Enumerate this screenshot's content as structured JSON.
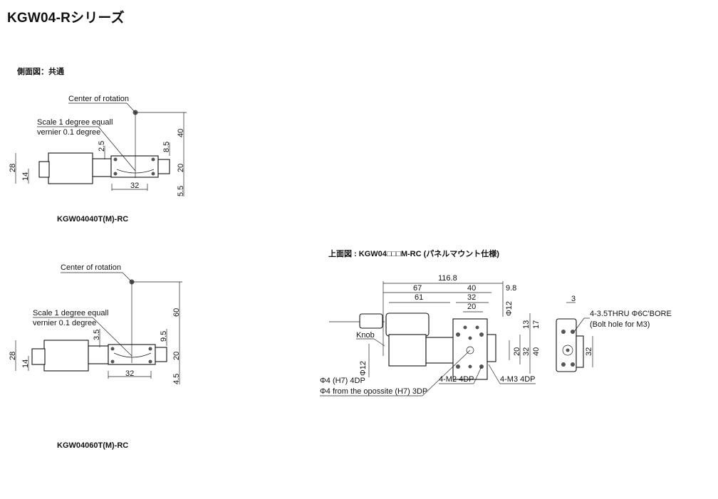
{
  "title": "KGW04-Rシリーズ",
  "side_view_label": "側面図：共通",
  "top_view_label": "上面図 : KGW04□□□M-RC (パネルマウント仕様)",
  "drawing1": {
    "model": "KGW04040T(M)-RC",
    "center": "Center of rotation",
    "scale1": "Scale 1 degree equall",
    "scale2": "vernier 0.1 degree",
    "dims": [
      "28",
      "14",
      "32",
      "2.5",
      "8.5",
      "40",
      "20",
      "5.5"
    ]
  },
  "drawing2": {
    "model": "KGW04060T(M)-RC",
    "center": "Center of rotation",
    "scale1": "Scale 1 degree equall",
    "scale2": "vernier 0.1 degree",
    "dims": [
      "28",
      "14",
      "32",
      "3.5",
      "9.5",
      "60",
      "20",
      "4.5"
    ]
  },
  "top_view": {
    "dims": [
      "116.8",
      "67",
      "40",
      "9.8",
      "61",
      "32",
      "20",
      "Φ12",
      "13",
      "17",
      "20",
      "32",
      "40",
      "Φ12"
    ],
    "knob": "Knob",
    "notes": [
      "Φ4 (H7) 4DP",
      "Φ4 from the opossite (H7) 3DP",
      "4-M2 4DP",
      "4-M3 4DP"
    ]
  },
  "end_view": {
    "dims": [
      "3",
      "32"
    ],
    "notes": [
      "4-3.5THRU Φ6C'BORE",
      "(Bolt hole for M3)"
    ]
  }
}
